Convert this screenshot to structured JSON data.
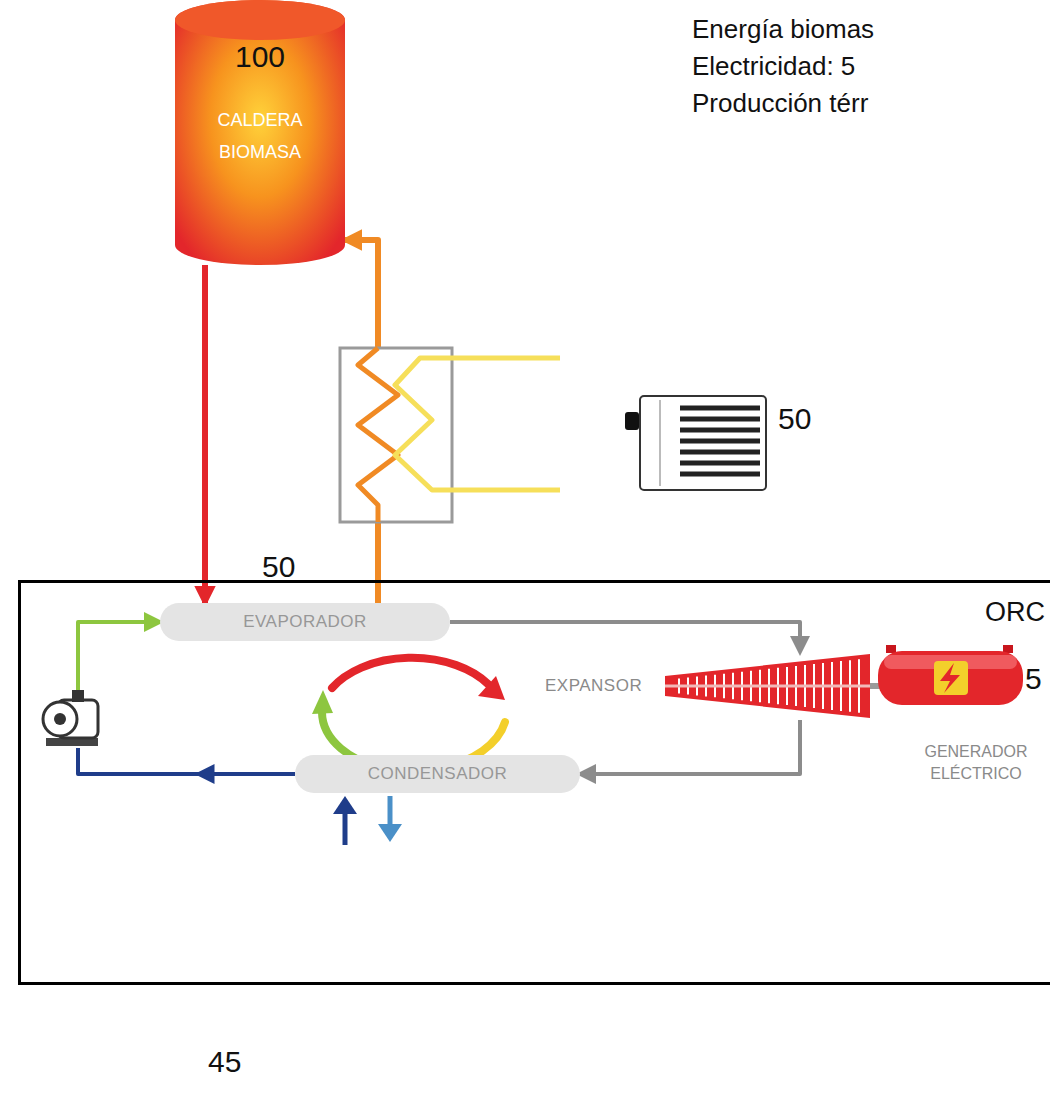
{
  "diagram": {
    "nodes": [
      {
        "text": [
          "100",
          "CALDERA BIOMASA"
        ]
      },
      {
        "text": [
          "ORC"
        ]
      },
      {
        "text": [
          "EVAPORADOR"
        ],
        "in": 1
      },
      {
        "text": [
          "CONDENSADOR"
        ],
        "in": 1
      },
      {
        "text": [
          "EXPANSOR"
        ],
        "in": 1
      },
      {
        "text": [
          "GENERADOR ELÉCTRICO"
        ],
        "in": 1
      }
    ],
    "edges": [
      {
        "from": 0,
        "to": 2,
        "arrow": "to"
      },
      {
        "from": 2,
        "to": 0,
        "arrow": "to"
      },
      {
        "from": 2,
        "to": 4,
        "arrow": "to"
      },
      {
        "from": 4,
        "to": 3,
        "arrow": "to"
      },
      {
        "from": 3,
        "to": 2,
        "arrow": "to"
      }
    ],
    "labels": [
      "Energía biomas",
      "Electricidad: 5",
      "Producción térr",
      "50",
      "50",
      "5",
      "45"
    ]
  }
}
